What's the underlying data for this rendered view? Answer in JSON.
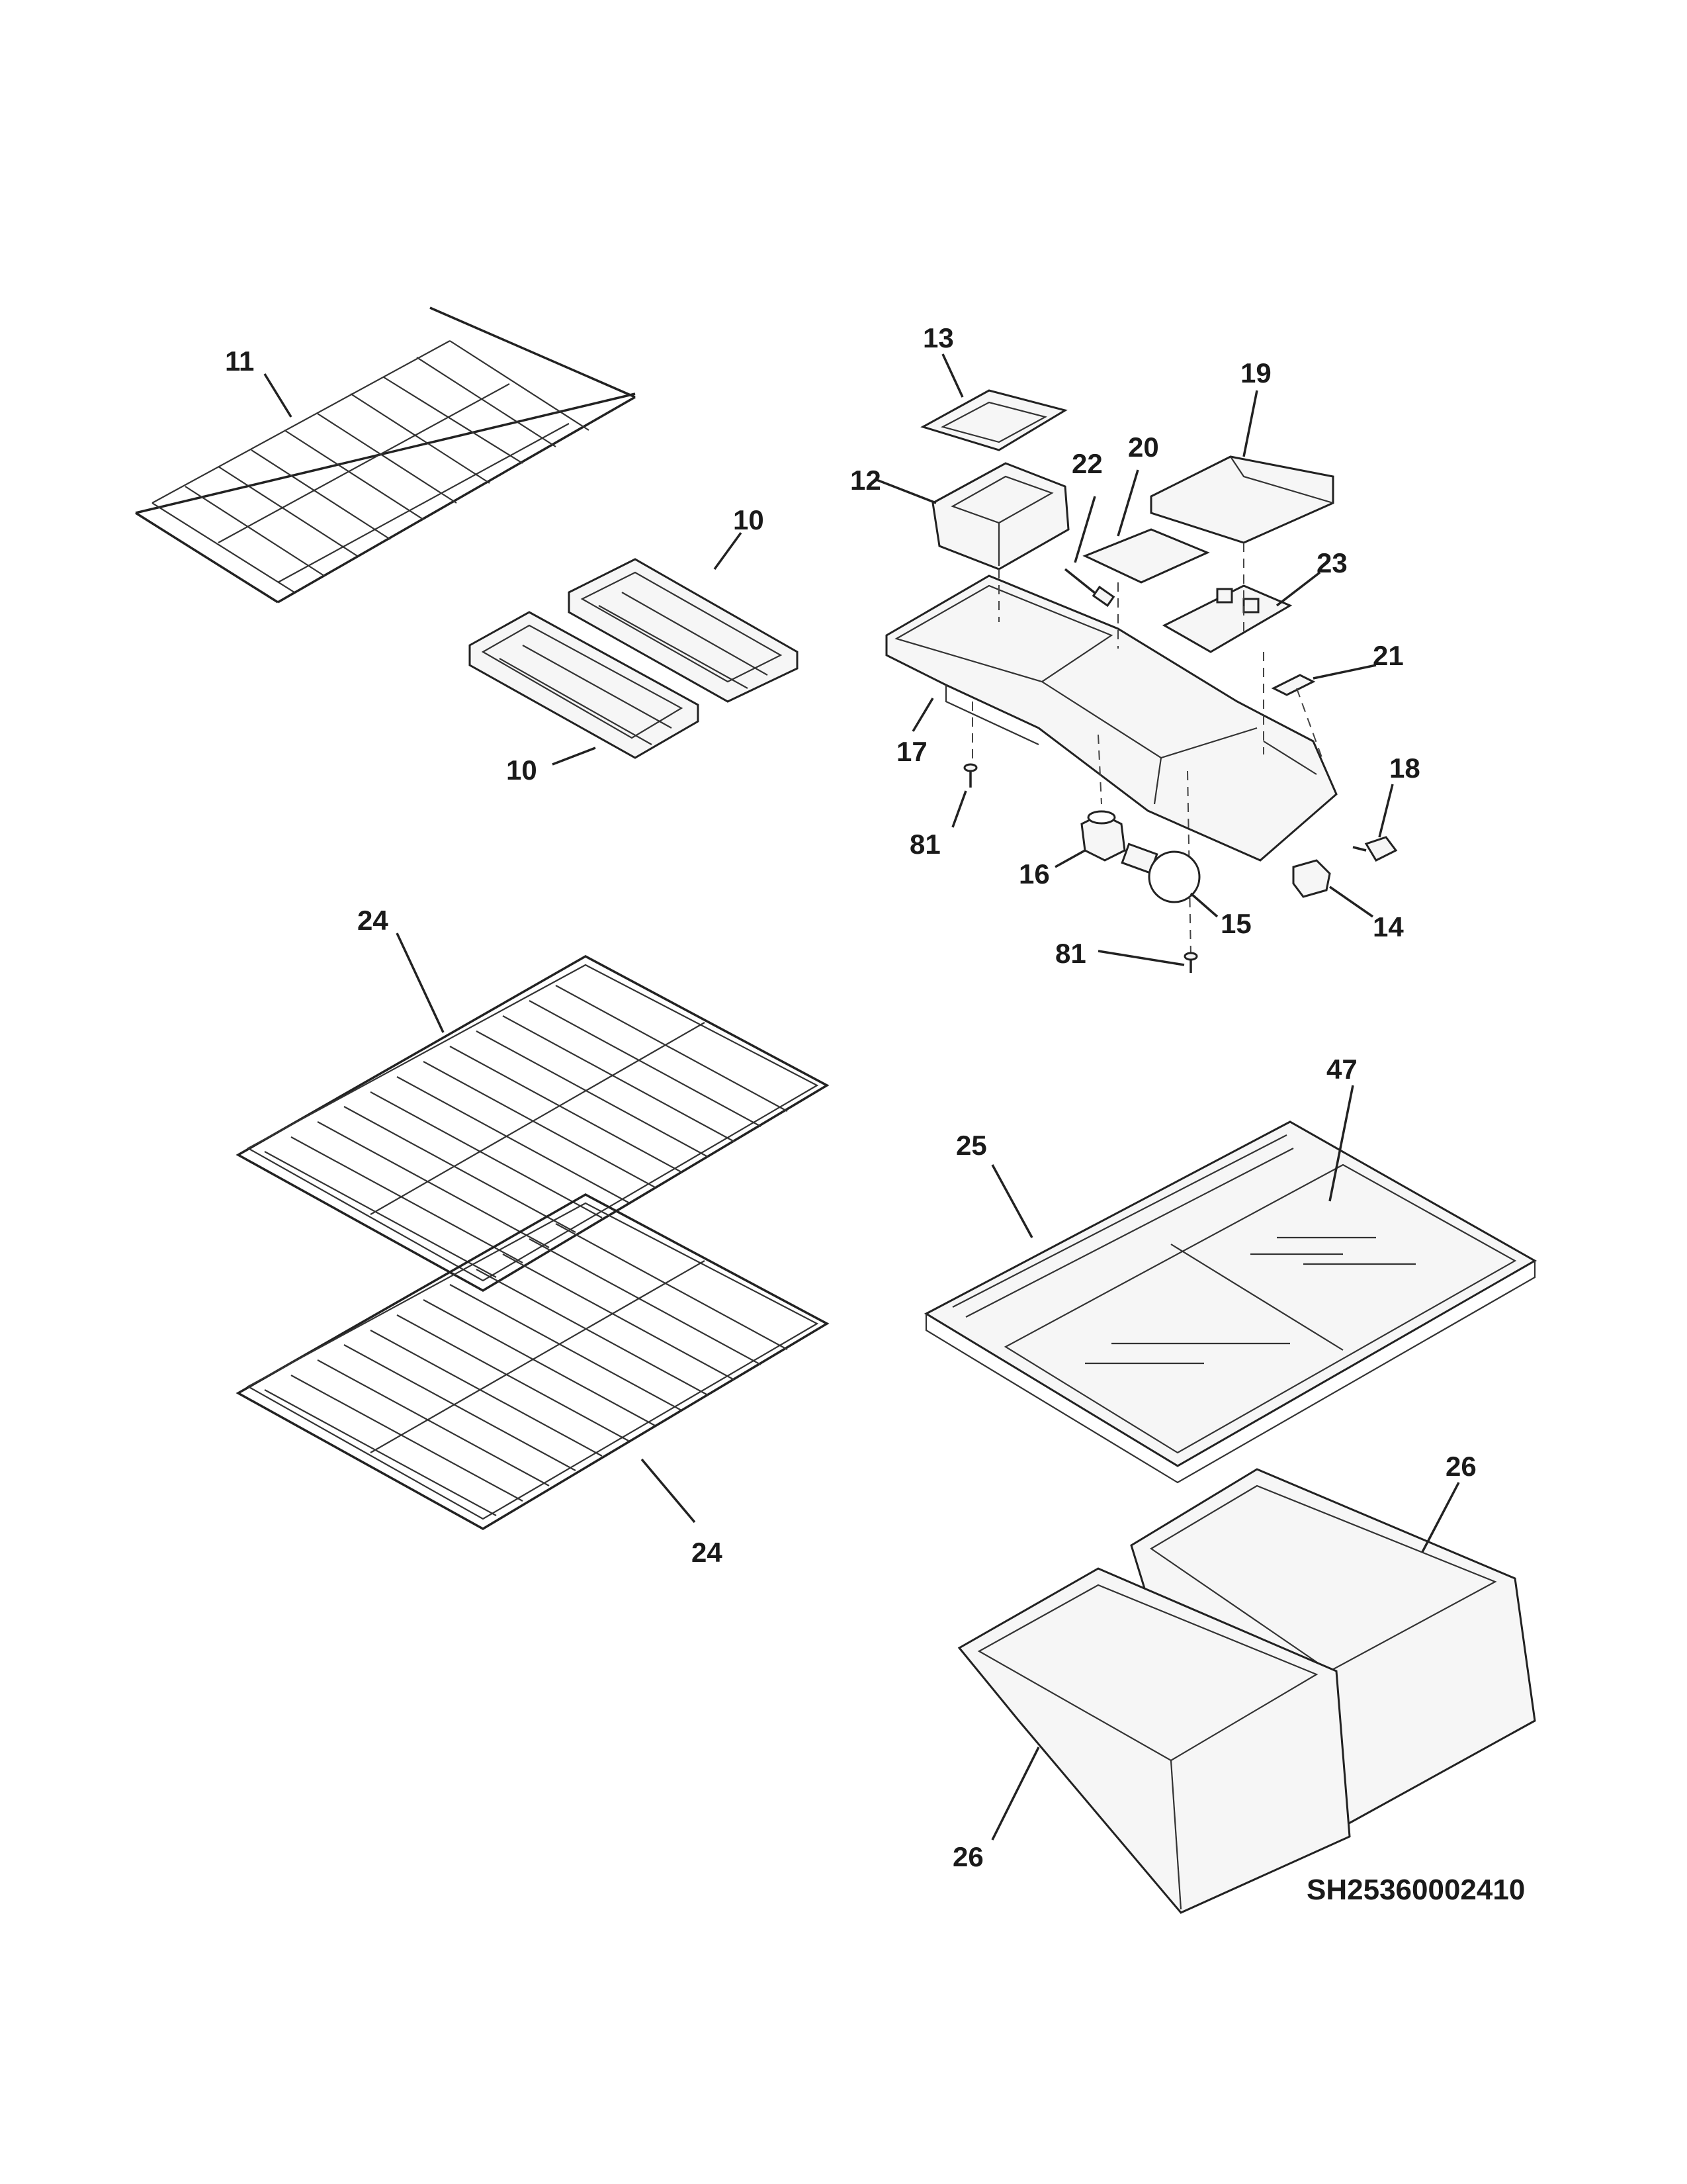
{
  "diagram": {
    "drawing_code": "SH25360002410",
    "callouts": {
      "ice_tray_upper": "10",
      "ice_tray_lower": "10",
      "freezer_shelf": "11",
      "ice_bucket": "12",
      "filter_cover": "13",
      "switch": "14",
      "lamp_bulb": "15",
      "lamp_socket": "16",
      "control_housing": "17",
      "knob": "18",
      "housing_cover": "19",
      "board_cover": "20",
      "bracket": "21",
      "sensor": "22",
      "control_board": "23",
      "shelf_upper": "24",
      "shelf_lower": "24",
      "crisper_cover_frame": "25",
      "crisper_drawer_right": "26",
      "crisper_drawer_left": "26",
      "crisper_glass": "47",
      "screw_upper": "81",
      "screw_lower": "81"
    }
  }
}
